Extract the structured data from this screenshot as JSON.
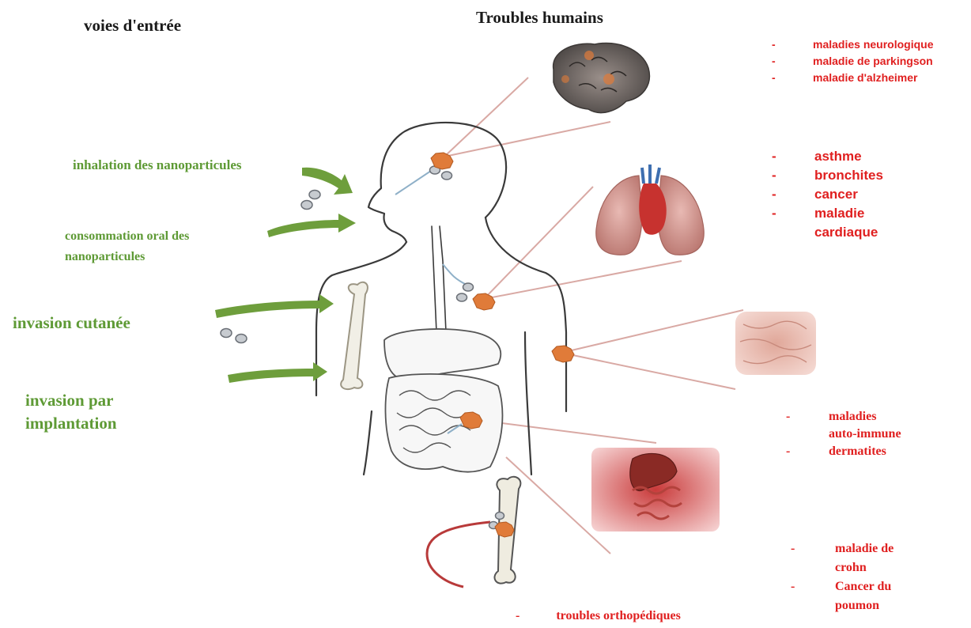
{
  "headings": {
    "entry": "voies d'entrée",
    "disorders": "Troubles humains"
  },
  "entry_routes": {
    "inhalation": "inhalation des nanoparticules",
    "oral_line1": "consommation oral des",
    "oral_line2": "nanoparticules",
    "cutaneous": "invasion cutanée",
    "implant_line1": "invasion par",
    "implant_line2": "implantation"
  },
  "disorders": {
    "dash": "-",
    "brain": [
      "maladies neurologique",
      "maladie de parkingson",
      "maladie d'alzheimer"
    ],
    "lungs": [
      "asthme",
      "bronchites",
      "cancer",
      "maladie",
      "cardiaque"
    ],
    "skin": [
      "maladies",
      "auto-immune",
      "dermatites"
    ],
    "gut": [
      "maladie de",
      "crohn",
      "Cancer du",
      "poumon"
    ],
    "bone": "troubles orthopédiques"
  },
  "colors": {
    "entry_text": "#5e9a35",
    "disorder_text": "#e02020",
    "arrow": "#6e9e3c",
    "body_outline": "#3a3a3a",
    "target_marker": "#e07b39",
    "connector_line": "#d9a9a4"
  },
  "icons": {
    "arrow": "green-arrow-icon",
    "particles": "nanoparticle-icon",
    "target": "target-site-icon"
  }
}
